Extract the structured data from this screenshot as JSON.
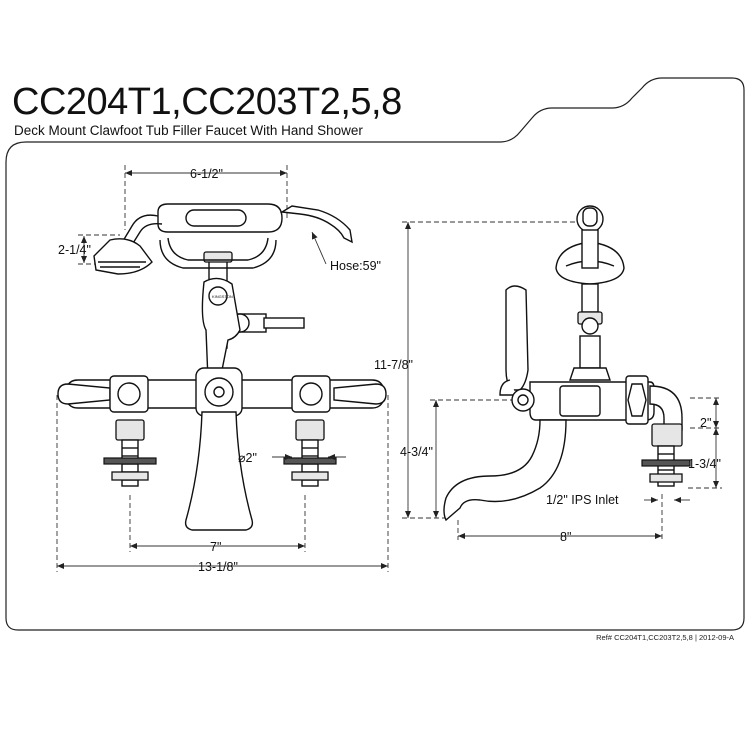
{
  "header": {
    "model": "CC204T1,CC203T2,5,8",
    "description": "Deck Mount Clawfoot Tub Filler Faucet With Hand Shower"
  },
  "front_view": {
    "dim_handshower_width": "6-1/2\"",
    "dim_handshower_height": "2-1/4\"",
    "hose_note": "Hose:59\"",
    "dim_supply_diameter": "⌀2\"",
    "dim_centers": "7\"",
    "dim_overall_width": "13-1/8\""
  },
  "side_view": {
    "dim_overall_height": "11-7/8\"",
    "dim_spout_height": "4-3/4\"",
    "dim_body_rise": "2\"",
    "dim_shank": "1-3/4\"",
    "inlet_note": "1/2\" IPS Inlet",
    "dim_spout_reach": "8\""
  },
  "footer": {
    "reference": "Ref# CC204T1,CC203T2,5,8 | 2012-09-A"
  }
}
